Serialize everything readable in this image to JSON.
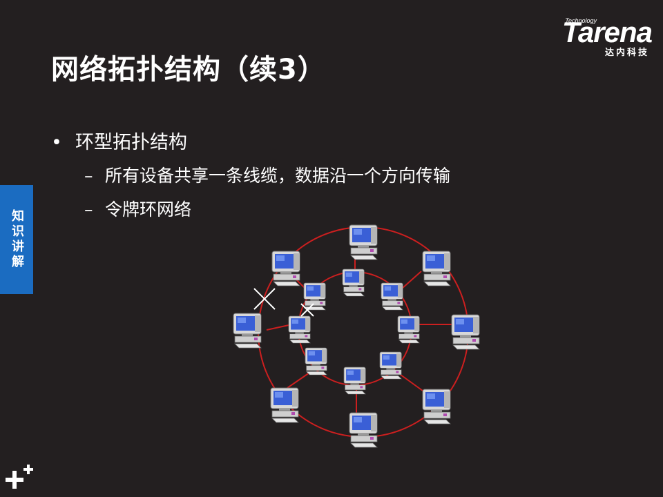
{
  "slide": {
    "title": "网络拓扑结构（续3）",
    "side_tab": "知识讲解",
    "bullet": "环型拓扑结构",
    "sub_bullets": [
      "所有设备共享一条线缆，数据沿一个方向传输",
      "令牌环网络"
    ],
    "bullet_marker": "•",
    "sub_marker": "–"
  },
  "logo": {
    "technology": "Technology",
    "brand": "Tarena",
    "chinese": "达内科技"
  },
  "colors": {
    "background": "#231f20",
    "ring": "#cc1f1f",
    "side_tab": "#1b6cc1",
    "screen": "#3a5fd6"
  }
}
